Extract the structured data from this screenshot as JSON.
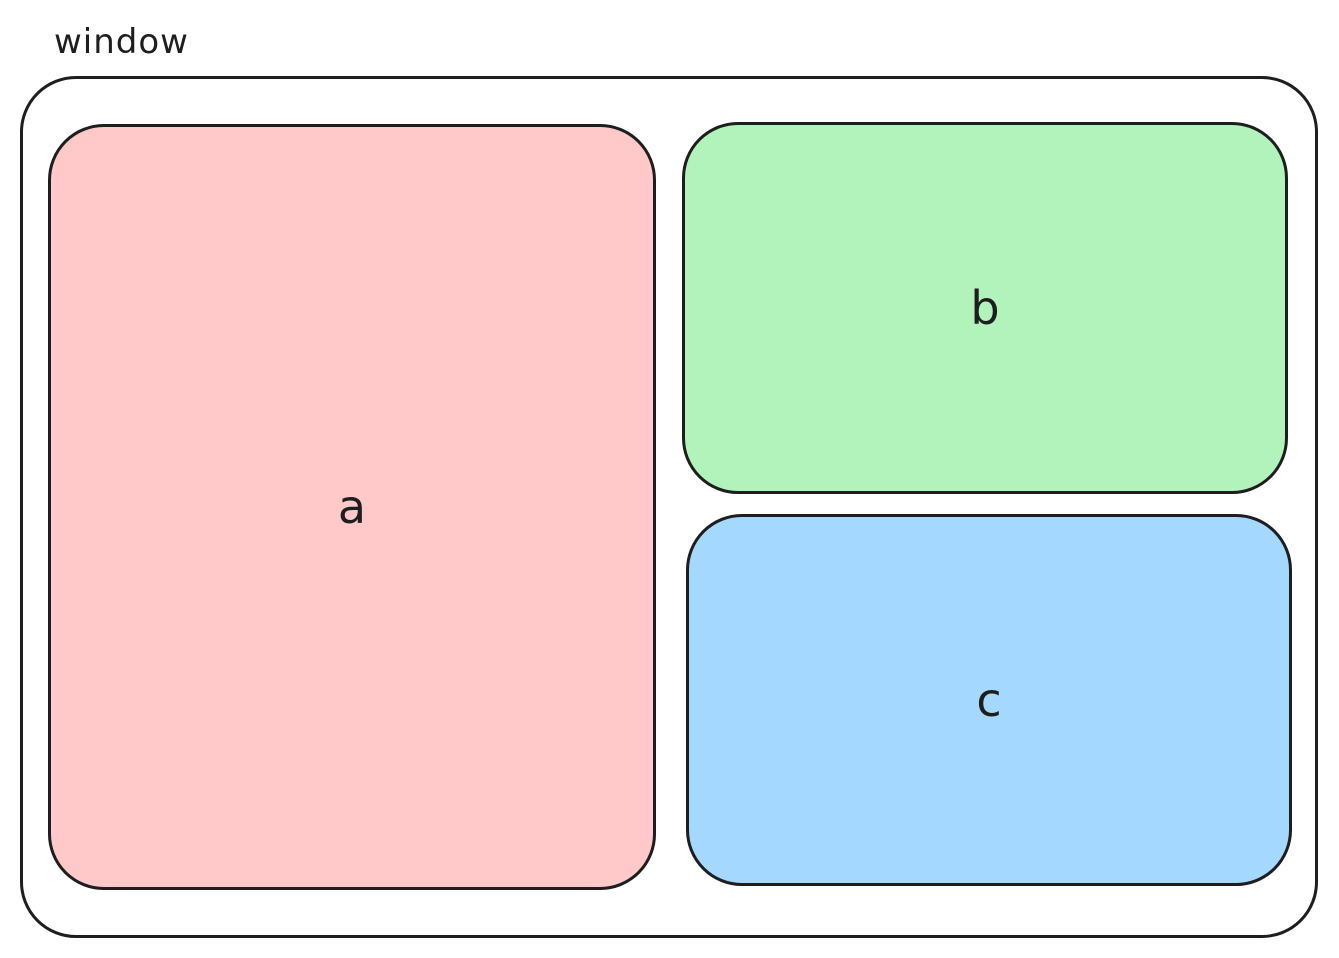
{
  "diagram": {
    "title": "window",
    "panes": [
      {
        "id": "a",
        "label": "a",
        "color": "#ffc9c9"
      },
      {
        "id": "b",
        "label": "b",
        "color": "#b2f2bb"
      },
      {
        "id": "c",
        "label": "c",
        "color": "#a5d8ff"
      }
    ],
    "stroke_color": "#1e1e1e"
  }
}
